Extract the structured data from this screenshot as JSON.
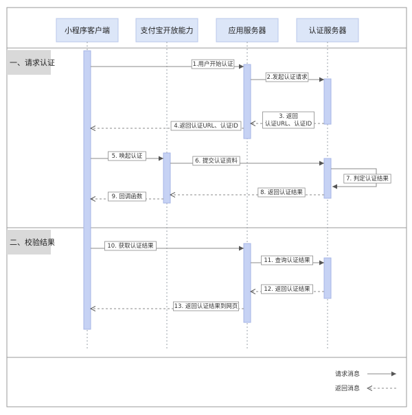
{
  "actors": [
    {
      "id": "miniapp",
      "label": "小程序客户端"
    },
    {
      "id": "alipay",
      "label": "支付宝开放能力"
    },
    {
      "id": "appserver",
      "label": "应用服务器"
    },
    {
      "id": "authserver",
      "label": "认证服务器"
    }
  ],
  "sections": [
    {
      "label": "一、请求认证"
    },
    {
      "label": "二、校验结果"
    }
  ],
  "messages": [
    {
      "from": "miniapp",
      "to": "appserver",
      "type": "request",
      "label": "1.用户开始认证"
    },
    {
      "from": "appserver",
      "to": "authserver",
      "type": "request",
      "label": "2.发起认证请求"
    },
    {
      "from": "authserver",
      "to": "appserver",
      "type": "response",
      "label": [
        "3. 返回",
        "认证URL、认证ID"
      ]
    },
    {
      "from": "appserver",
      "to": "miniapp",
      "type": "response",
      "label": "4.返回认证URL、认证ID"
    },
    {
      "from": "miniapp",
      "to": "alipay",
      "type": "request",
      "label": "5. 唤起认证"
    },
    {
      "from": "alipay",
      "to": "authserver",
      "type": "request",
      "label": "6. 提交认证资料"
    },
    {
      "from": "authserver",
      "to": "authserver",
      "type": "self",
      "label": "7. 判定认证结果"
    },
    {
      "from": "authserver",
      "to": "alipay",
      "type": "response",
      "label": "8. 返回认证结果"
    },
    {
      "from": "alipay",
      "to": "miniapp",
      "type": "response",
      "label": "9. 回调函数"
    },
    {
      "from": "miniapp",
      "to": "appserver",
      "type": "request",
      "label": "10. 获取认证结果"
    },
    {
      "from": "appserver",
      "to": "authserver",
      "type": "request",
      "label": "11. 查询认证结果"
    },
    {
      "from": "authserver",
      "to": "appserver",
      "type": "response",
      "label": "12. 返回认证结果"
    },
    {
      "from": "appserver",
      "to": "miniapp",
      "type": "response",
      "label": "13. 返回认证结果到网页"
    }
  ],
  "legend": [
    {
      "type": "request",
      "label": "请求消息"
    },
    {
      "type": "response",
      "label": "返回消息"
    }
  ]
}
